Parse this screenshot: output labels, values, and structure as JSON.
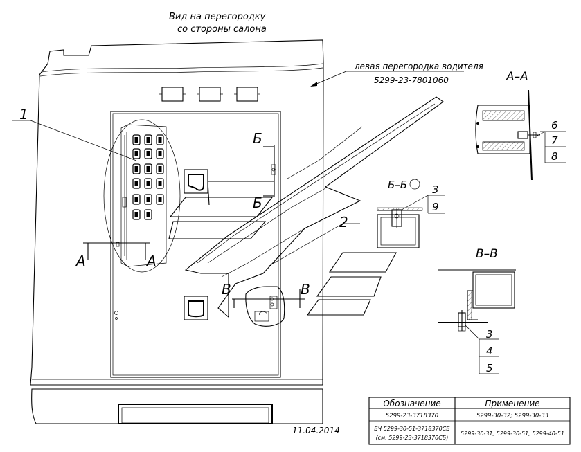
{
  "header": {
    "view_line1": "Вид на перегородку",
    "view_line2": "со стороны салона"
  },
  "callout": {
    "partition_name": "левая перегородка водителя",
    "partition_code": "5299-23-7801060"
  },
  "labels": {
    "pos1": "1",
    "pos2": "2",
    "A": "А",
    "B_cyr": "Б",
    "V": "В"
  },
  "sections": {
    "aa": {
      "title": "А–А",
      "items": [
        "6",
        "7",
        "8"
      ]
    },
    "bb": {
      "title": "Б–Б",
      "items": [
        "3",
        "9"
      ]
    },
    "vv": {
      "title": "В–В",
      "items": [
        "3",
        "4",
        "5"
      ]
    }
  },
  "date": "11.04.2014",
  "table": {
    "headers": [
      "Обозначение",
      "Применение"
    ],
    "rows": [
      {
        "designation": [
          "5299-23-3718370"
        ],
        "application": "5299-30-32; 5299-30-33"
      },
      {
        "designation": [
          "БЧ  5299-30-51-3718370СБ",
          "(см. 5299-23-3718370СБ)"
        ],
        "application": "5299-30-31; 5299-30-51; 5299-40-51"
      }
    ]
  }
}
